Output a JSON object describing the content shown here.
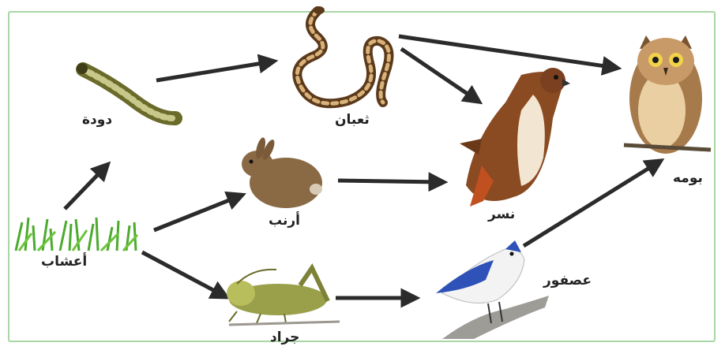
{
  "organisms": {
    "worm": "دودة",
    "snake": "ثعبان",
    "owl": "بومه",
    "rabbit": "أرنب",
    "eagle": "نسر",
    "grass": "أعشاب",
    "grasshopper": "جراد",
    "bird": "عصفور"
  },
  "colors": {
    "arrow": "#2b2b2b",
    "frame": "#a9d6a5",
    "grass": "#4caa2e",
    "bird_blue": "#2f52b8"
  }
}
